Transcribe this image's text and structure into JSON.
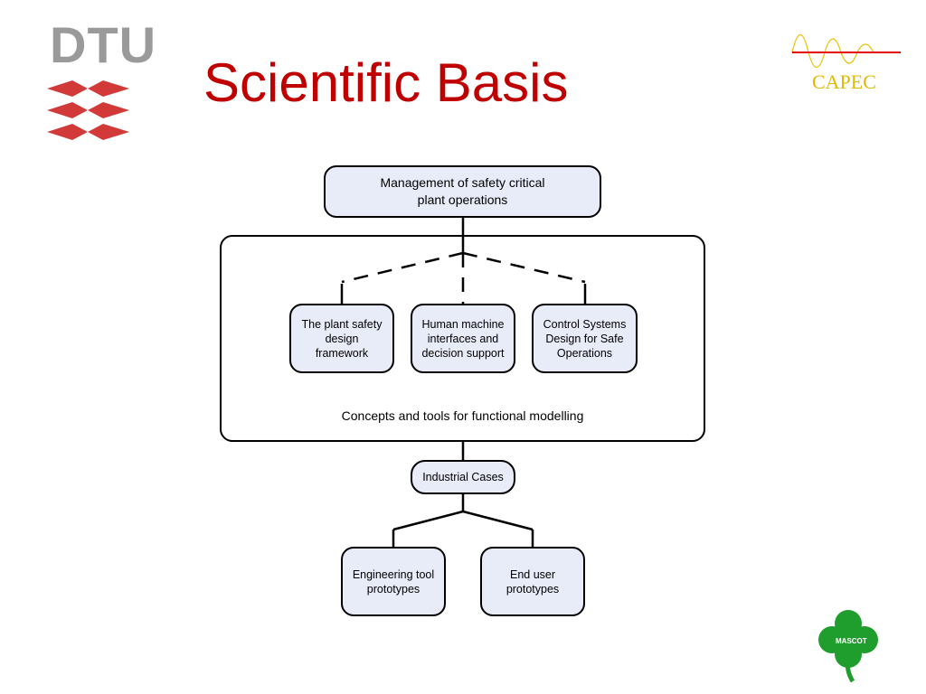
{
  "header": {
    "title": "Scientific Basis",
    "logo_left_text": "DTU",
    "logo_right_text": "CAPEC",
    "logo_bottom_text": "MASCOT"
  },
  "diagram": {
    "top_node": "Management of safety critical\nplant operations",
    "container_label": "Concepts and tools for functional modelling",
    "inner_nodes": [
      "The plant safety\ndesign\nframework",
      "Human machine\ninterfaces and\ndecision support",
      "Control Systems\nDesign for Safe\nOperations"
    ],
    "middle_node": "Industrial Cases",
    "bottom_nodes": [
      "Engineering tool\nprototypes",
      "End user\nprototypes"
    ]
  },
  "colors": {
    "title": "#c00000",
    "node_fill": "#e8ebf8",
    "dtu_red": "#d23a3a",
    "dtu_grey": "#9a9a9a",
    "capec_yellow": "#e6b800",
    "capec_red_line": "#e00000",
    "clover_green": "#1f9e2e"
  }
}
